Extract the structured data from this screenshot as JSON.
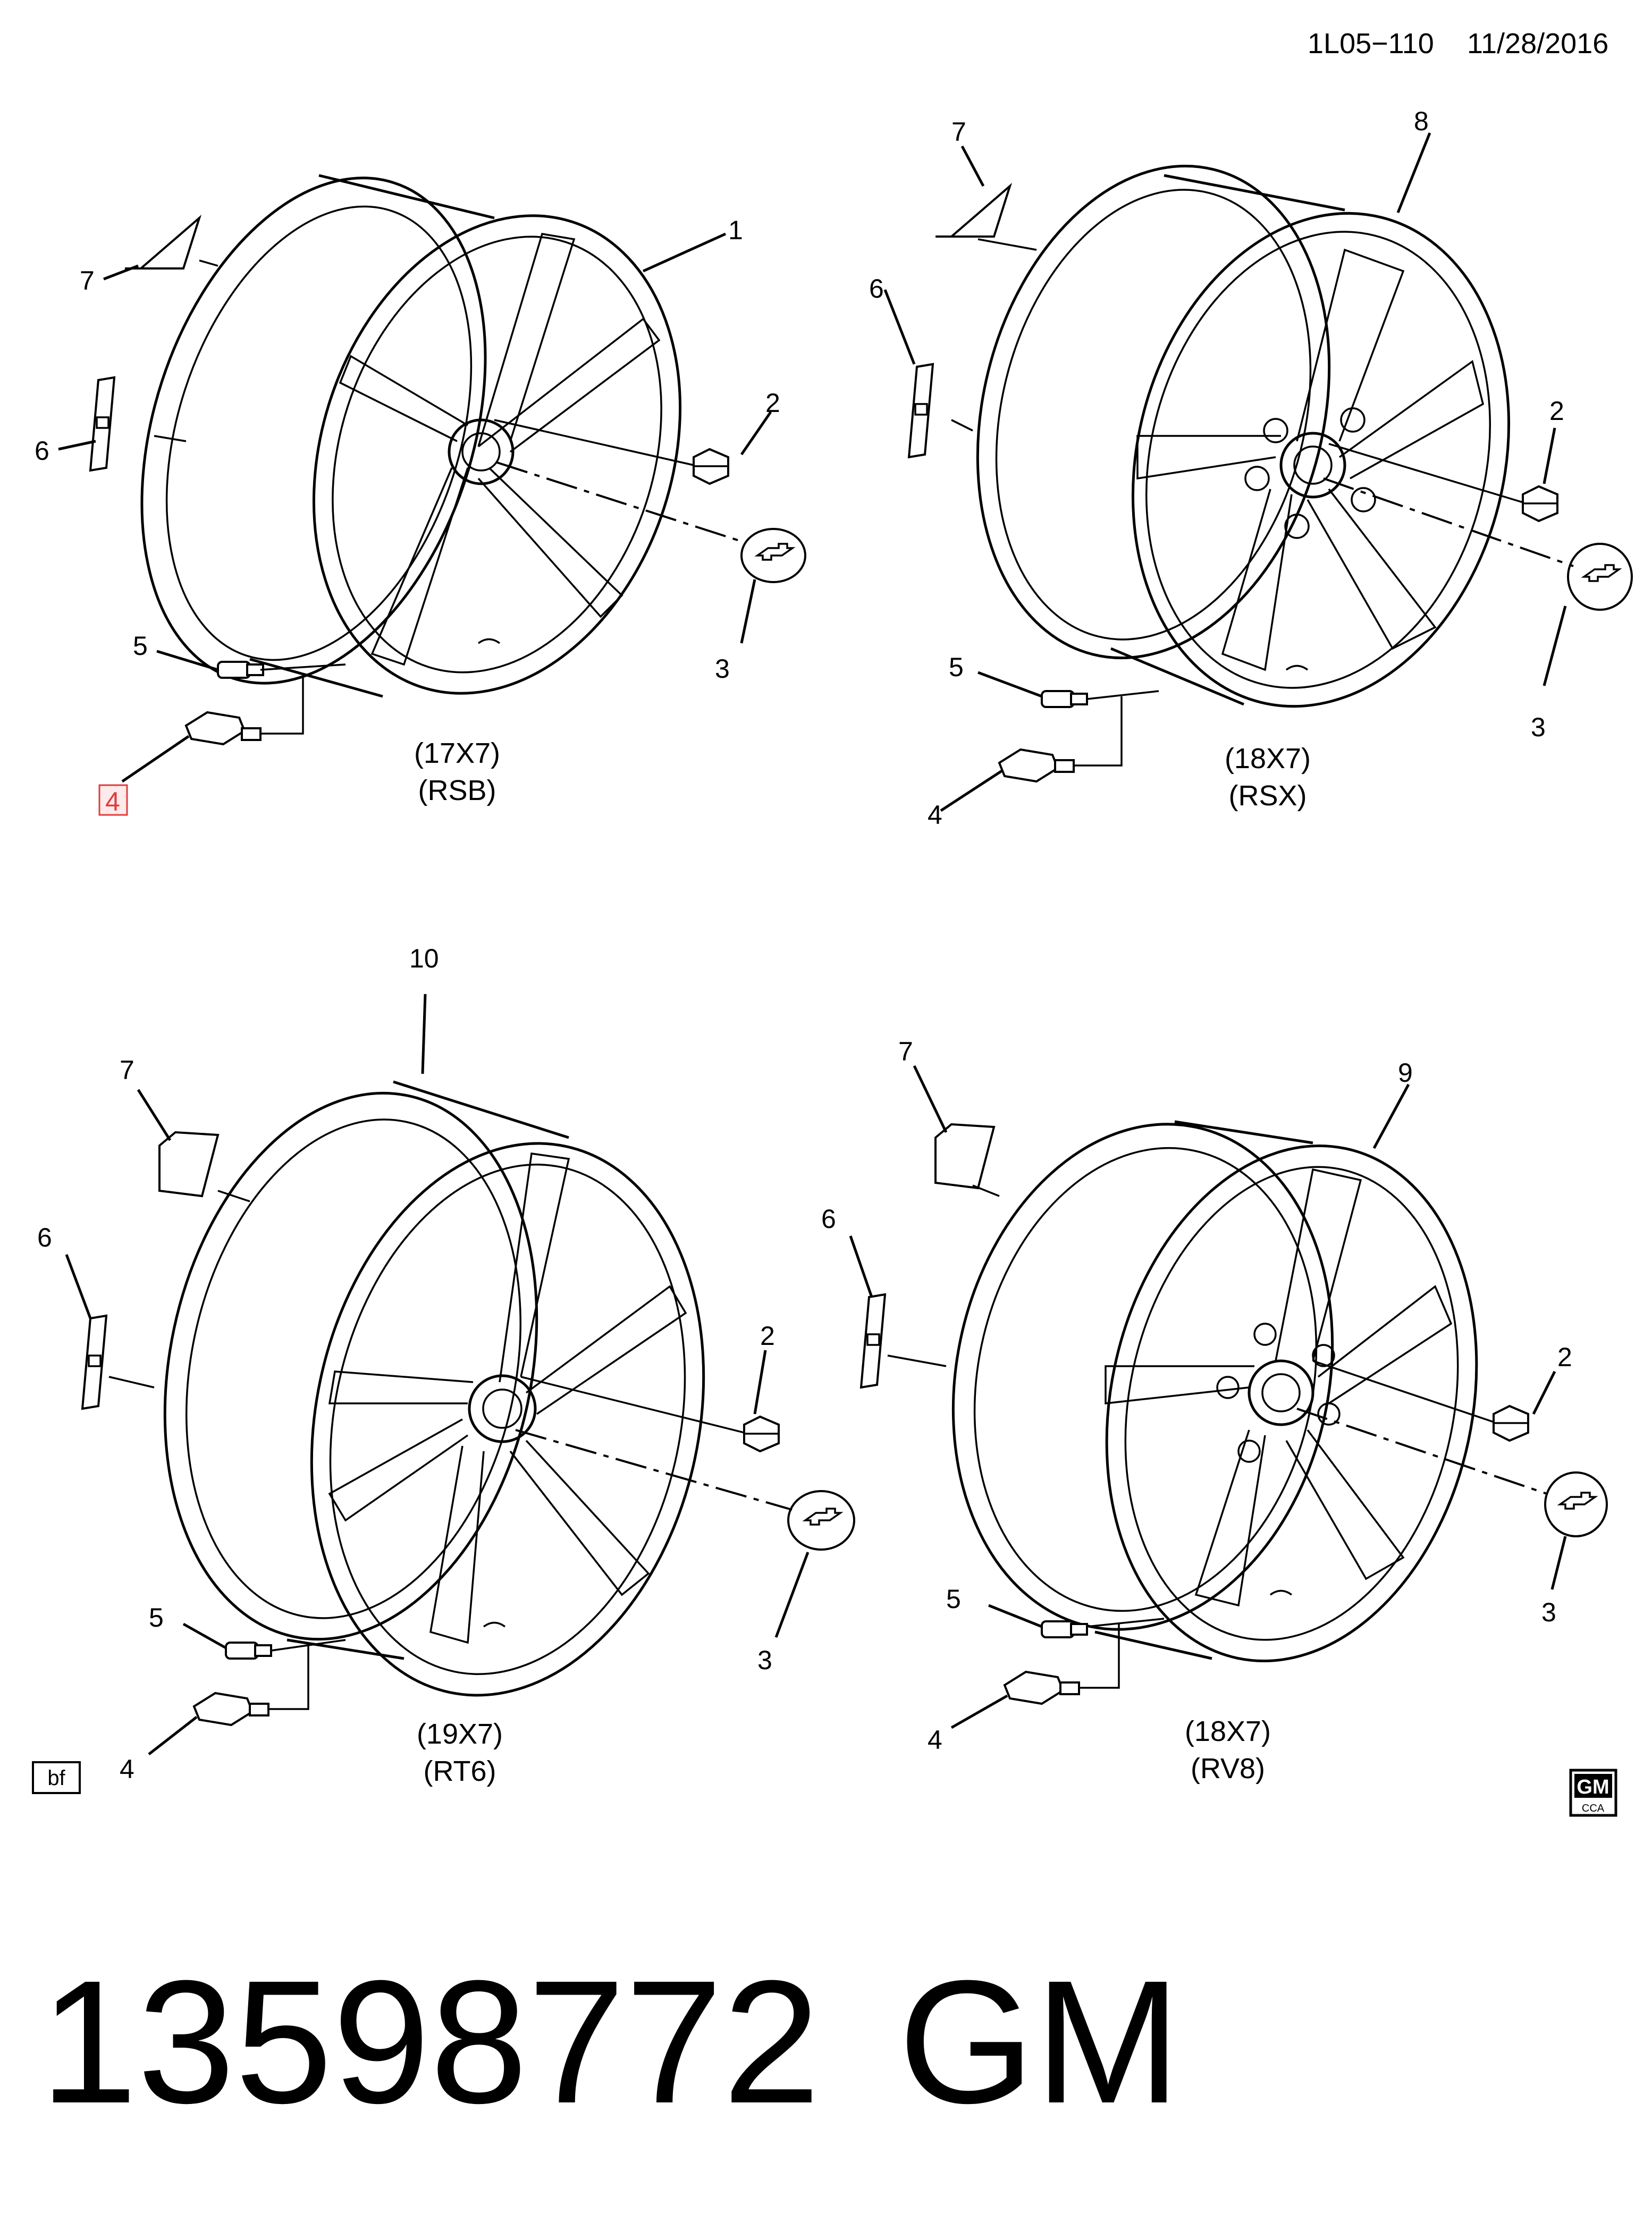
{
  "header": {
    "illustration_code": "1L05−110",
    "date": "11/28/2016"
  },
  "wheels": [
    {
      "size": "(17X7)",
      "code": "(RSB)",
      "callouts": [
        "1",
        "2",
        "3",
        "4",
        "5",
        "6",
        "7"
      ]
    },
    {
      "size": "(18X7)",
      "code": "(RSX)",
      "callouts": [
        "8",
        "2",
        "3",
        "4",
        "5",
        "6",
        "7"
      ]
    },
    {
      "size": "(19X7)",
      "code": "(RT6)",
      "callouts": [
        "10",
        "2",
        "3",
        "4",
        "5",
        "6",
        "7"
      ]
    },
    {
      "size": "(18X7)",
      "code": "(RV8)",
      "callouts": [
        "9",
        "2",
        "3",
        "4",
        "5",
        "6",
        "7"
      ]
    }
  ],
  "footer": {
    "box_label": "bf",
    "logo_text": "GM",
    "logo_subtext": "CCA",
    "part_number": "13598772",
    "brand": "GM"
  },
  "colors": {
    "line": "#000000",
    "background": "#ffffff",
    "highlight": "#e23c3c"
  }
}
